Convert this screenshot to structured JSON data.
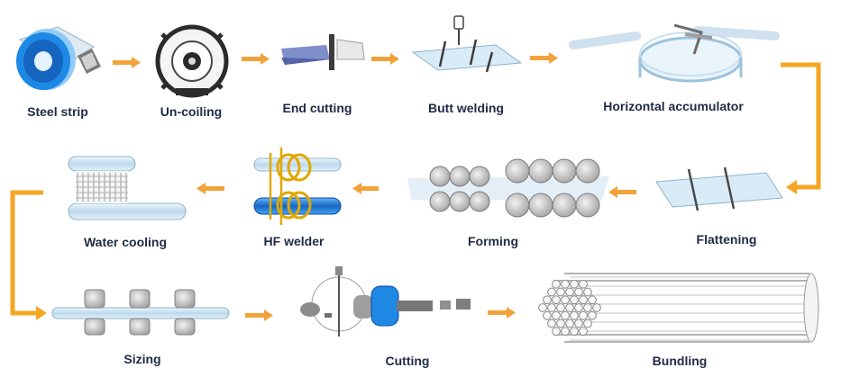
{
  "colors": {
    "arrow": "#f2a23a",
    "connector": "#f5a623",
    "steel_blue": "#1e88e5",
    "steel_light": "#cfe6f5",
    "steel_outline": "#8fb3cc",
    "dark": "#2b2b2b",
    "label": "#1f2a44"
  },
  "steps": [
    {
      "id": "steel-strip",
      "label": "Steel strip",
      "icon": "steel-coil-icon"
    },
    {
      "id": "un-coiling",
      "label": "Un-coiling",
      "icon": "uncoiler-icon"
    },
    {
      "id": "end-cutting",
      "label": "End cutting",
      "icon": "shear-icon"
    },
    {
      "id": "butt-welding",
      "label": "Butt welding",
      "icon": "butt-welder-icon"
    },
    {
      "id": "horizontal-accumulator",
      "label": "Horizontal accumulator",
      "icon": "accumulator-icon"
    },
    {
      "id": "flattening",
      "label": "Flattening",
      "icon": "flattener-icon"
    },
    {
      "id": "forming",
      "label": "Forming",
      "icon": "forming-rollers-icon"
    },
    {
      "id": "hf-welder",
      "label": "HF welder",
      "icon": "induction-coil-icon"
    },
    {
      "id": "water-cooling",
      "label": "Water cooling",
      "icon": "cooling-spray-icon"
    },
    {
      "id": "sizing",
      "label": "Sizing",
      "icon": "sizing-rollers-icon"
    },
    {
      "id": "cutting",
      "label": "Cutting",
      "icon": "flying-saw-icon"
    },
    {
      "id": "bundling",
      "label": "Bundling",
      "icon": "pipe-bundle-icon"
    }
  ]
}
